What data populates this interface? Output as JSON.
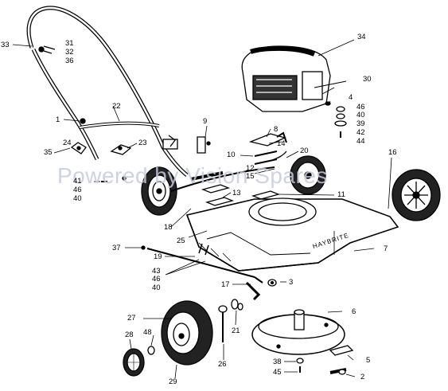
{
  "watermark": "Powered by Vision Spares",
  "brand_text": "HAYBRITE",
  "callouts": {
    "n1": "1",
    "n2": "2",
    "n3": "3",
    "n4": "4",
    "n5": "5",
    "n6": "6",
    "n7": "7",
    "n8": "8",
    "n9": "9",
    "n10": "10",
    "n11": "11",
    "n12": "12",
    "n13": "13",
    "n14": "14",
    "n15": "15",
    "n16": "16",
    "n17": "17",
    "n18": "18",
    "n19": "19",
    "n20": "20",
    "n21": "21",
    "n22": "22",
    "n23": "23",
    "n24": "24",
    "n25": "25",
    "n26": "26",
    "n27": "27",
    "n28": "28",
    "n29": "29",
    "n30": "30",
    "n31": "31",
    "n32": "32",
    "n33": "33",
    "n34": "34",
    "n35": "35",
    "n36": "36",
    "n37": "37",
    "n38": "38",
    "n39": "39",
    "n40a": "40",
    "n40b": "40",
    "n40c": "40",
    "n41": "41",
    "n42": "42",
    "n43": "43",
    "n44": "44",
    "n45": "45",
    "n46a": "46",
    "n46b": "46",
    "n46c": "46",
    "n48": "48"
  }
}
